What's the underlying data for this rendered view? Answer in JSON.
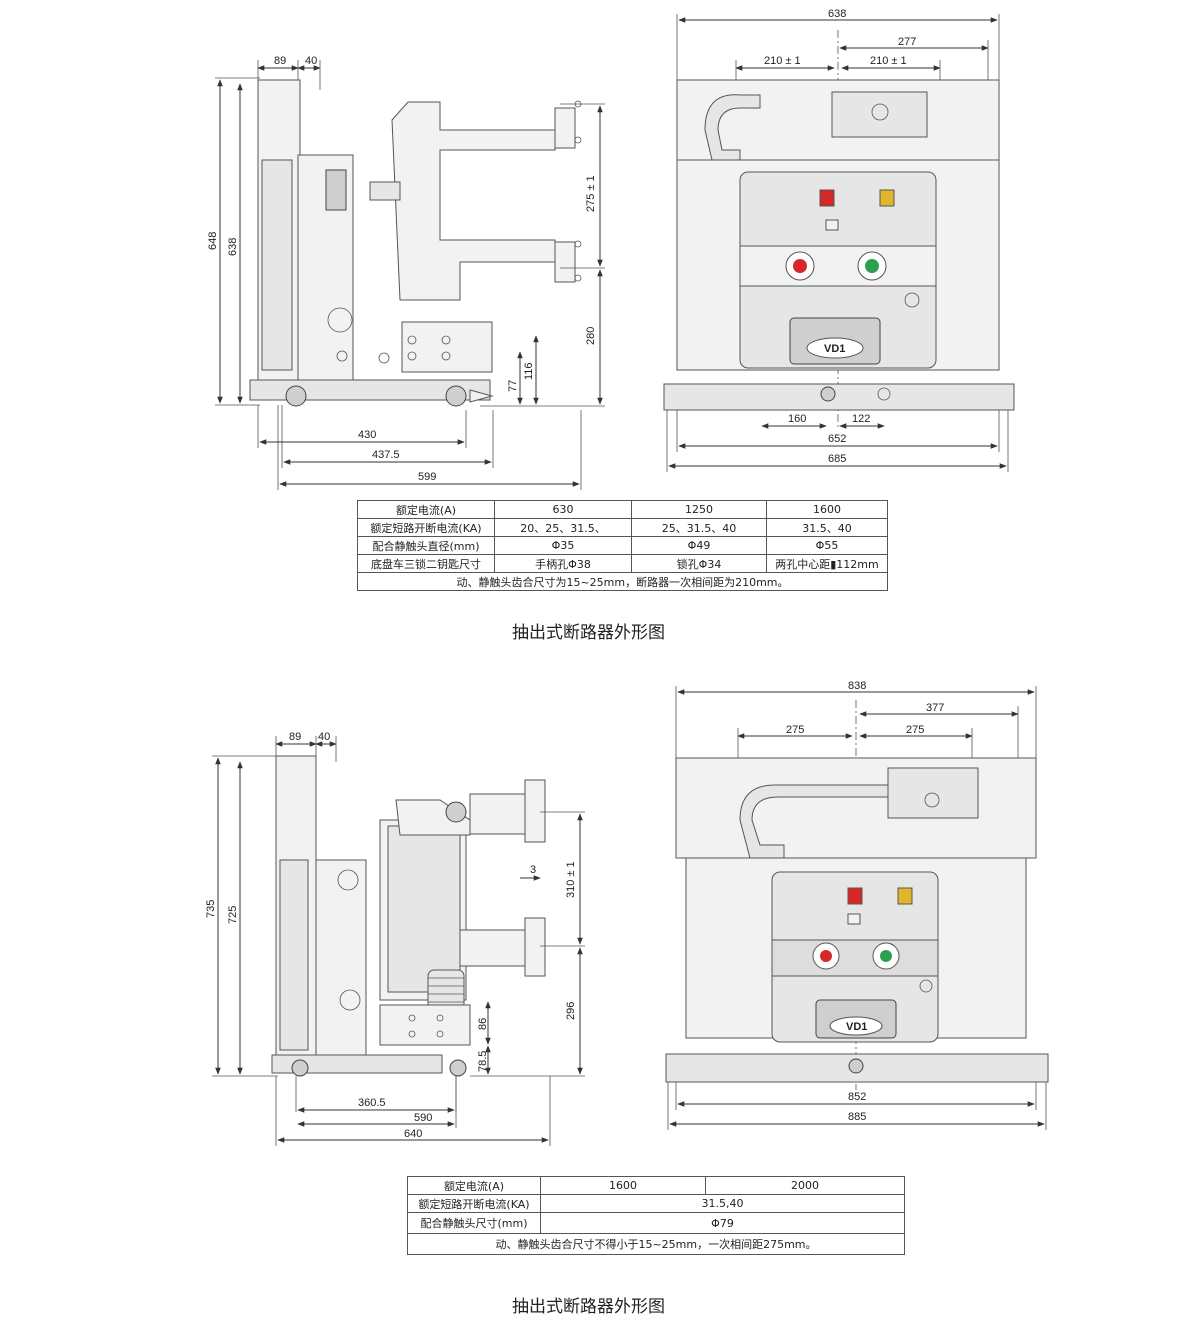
{
  "figure1": {
    "side_view_dims": [
      "89",
      "40",
      "648",
      "638",
      "275 ± 1",
      "280",
      "116",
      "77",
      "430",
      "437.5",
      "599"
    ],
    "front_view_dims": [
      "638",
      "277",
      "210 ± 1",
      "210 ± 1",
      "160",
      "122",
      "652",
      "685"
    ],
    "nameplate": "VD1",
    "table": {
      "header": [
        "额定电流(A)",
        "630",
        "1250",
        "1600"
      ],
      "rows": [
        [
          "额定短路开断电流(KA)",
          "20、25、31.5、",
          "25、31.5、40",
          "31.5、40"
        ],
        [
          "配合静触头直径(mm)",
          "Φ35",
          "Φ49",
          "Φ55"
        ],
        [
          "底盘车三锁二钥匙尺寸",
          "手柄孔Φ38",
          "锁孔Φ34",
          "两孔中心距▮112mm"
        ]
      ],
      "note": "动、静触头齿合尺寸为15~25mm，断路器一次相间距为210mm。"
    },
    "caption": "抽出式断路器外形图"
  },
  "figure2": {
    "side_view_dims": [
      "89",
      "40",
      "735",
      "725",
      "3",
      "310 ± 1",
      "296",
      "86",
      "78.5",
      "360.5",
      "590",
      "640"
    ],
    "front_view_dims": [
      "838",
      "377",
      "275",
      "275",
      "852",
      "885"
    ],
    "nameplate": "VD1",
    "table": {
      "header": [
        "额定电流(A)",
        "1600",
        "2000"
      ],
      "rows": [
        [
          "额定短路开断电流(KA)",
          "31.5,40"
        ],
        [
          "配合静触头尺寸(mm)",
          "Φ79"
        ]
      ],
      "note": "动、静触头齿合尺寸不得小于15~25mm，一次相间距275mm。"
    },
    "caption": "抽出式断路器外形图"
  }
}
